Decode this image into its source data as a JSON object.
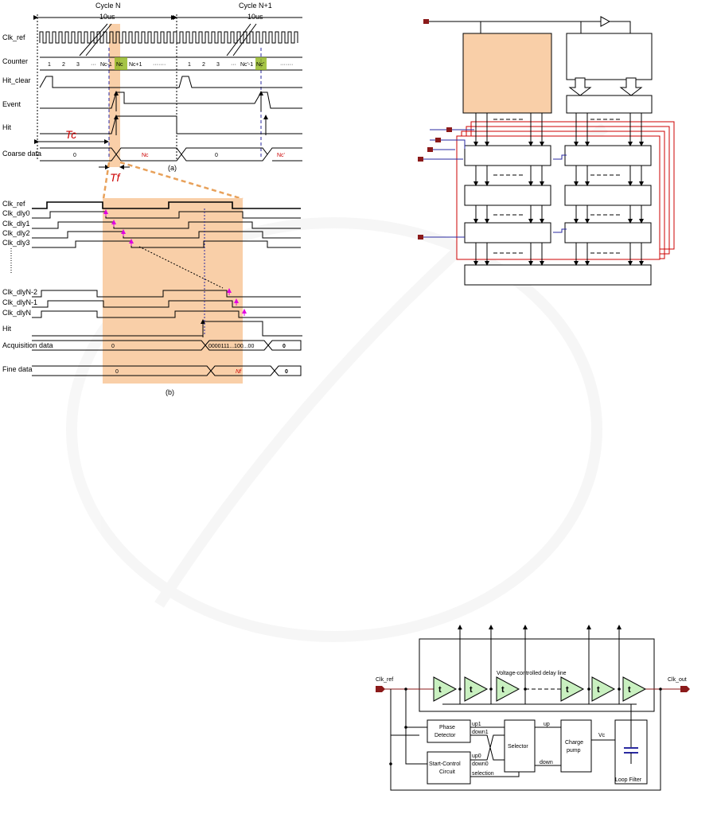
{
  "timing_a": {
    "cycle_n": "Cycle N",
    "cycle_n1": "Cycle N+1",
    "period": "10us",
    "period2": "10us",
    "signals": [
      "Clk_ref",
      "Counter",
      "Hit_clear",
      "Event",
      "Hit",
      "Coarse data"
    ],
    "counter_cells_1": [
      "1",
      "2",
      "3",
      "···",
      "Nc-1",
      "Nc",
      "Nc+1",
      "·······"
    ],
    "counter_cells_2": [
      "1",
      "2",
      "3",
      "···",
      "Nc'-1",
      "Nc'",
      "·······"
    ],
    "tc": "Tc",
    "tf": "Tf",
    "coarse_values": [
      "0",
      "Nc",
      "0",
      "Nc'"
    ],
    "caption": "(a)"
  },
  "timing_b": {
    "signals": [
      "Clk_ref",
      "Clk_dly0",
      "Clk_dly1",
      "Clk_dly2",
      "Clk_dly3",
      "Clk_dlyN-2",
      "Clk_dlyN-1",
      "Clk_dlyN",
      "Hit",
      "Acquisition data",
      "Fine  data"
    ],
    "acq_values": [
      "0",
      "0000111...100...00",
      "0"
    ],
    "fine_values": [
      "0",
      "Nf",
      "0"
    ],
    "caption": "(b)"
  },
  "dll": {
    "title": "Voltage-controlled delay line",
    "input": "Clk_ref",
    "output": "Clk_out",
    "cell": "t",
    "blocks": {
      "phase_detector": [
        "Phase",
        "Detector"
      ],
      "start_control": [
        "Start-Control",
        "Circuit"
      ],
      "selector": "Selector",
      "charge_pump": [
        "Charge",
        "pump"
      ],
      "loop_filter": "Loop Filter"
    },
    "signals": [
      "up1",
      "down1",
      "up0",
      "down0",
      "selection",
      "up",
      "down",
      "Vc"
    ]
  },
  "colors": {
    "highlight": "#f9cfa8",
    "highlight_dark": "#e8a15a",
    "wire_red": "#8b1a1a",
    "wire_blue": "#2a2aa0",
    "buffer_green": "#c9f0c0",
    "arrow_magenta": "#e000e0"
  }
}
